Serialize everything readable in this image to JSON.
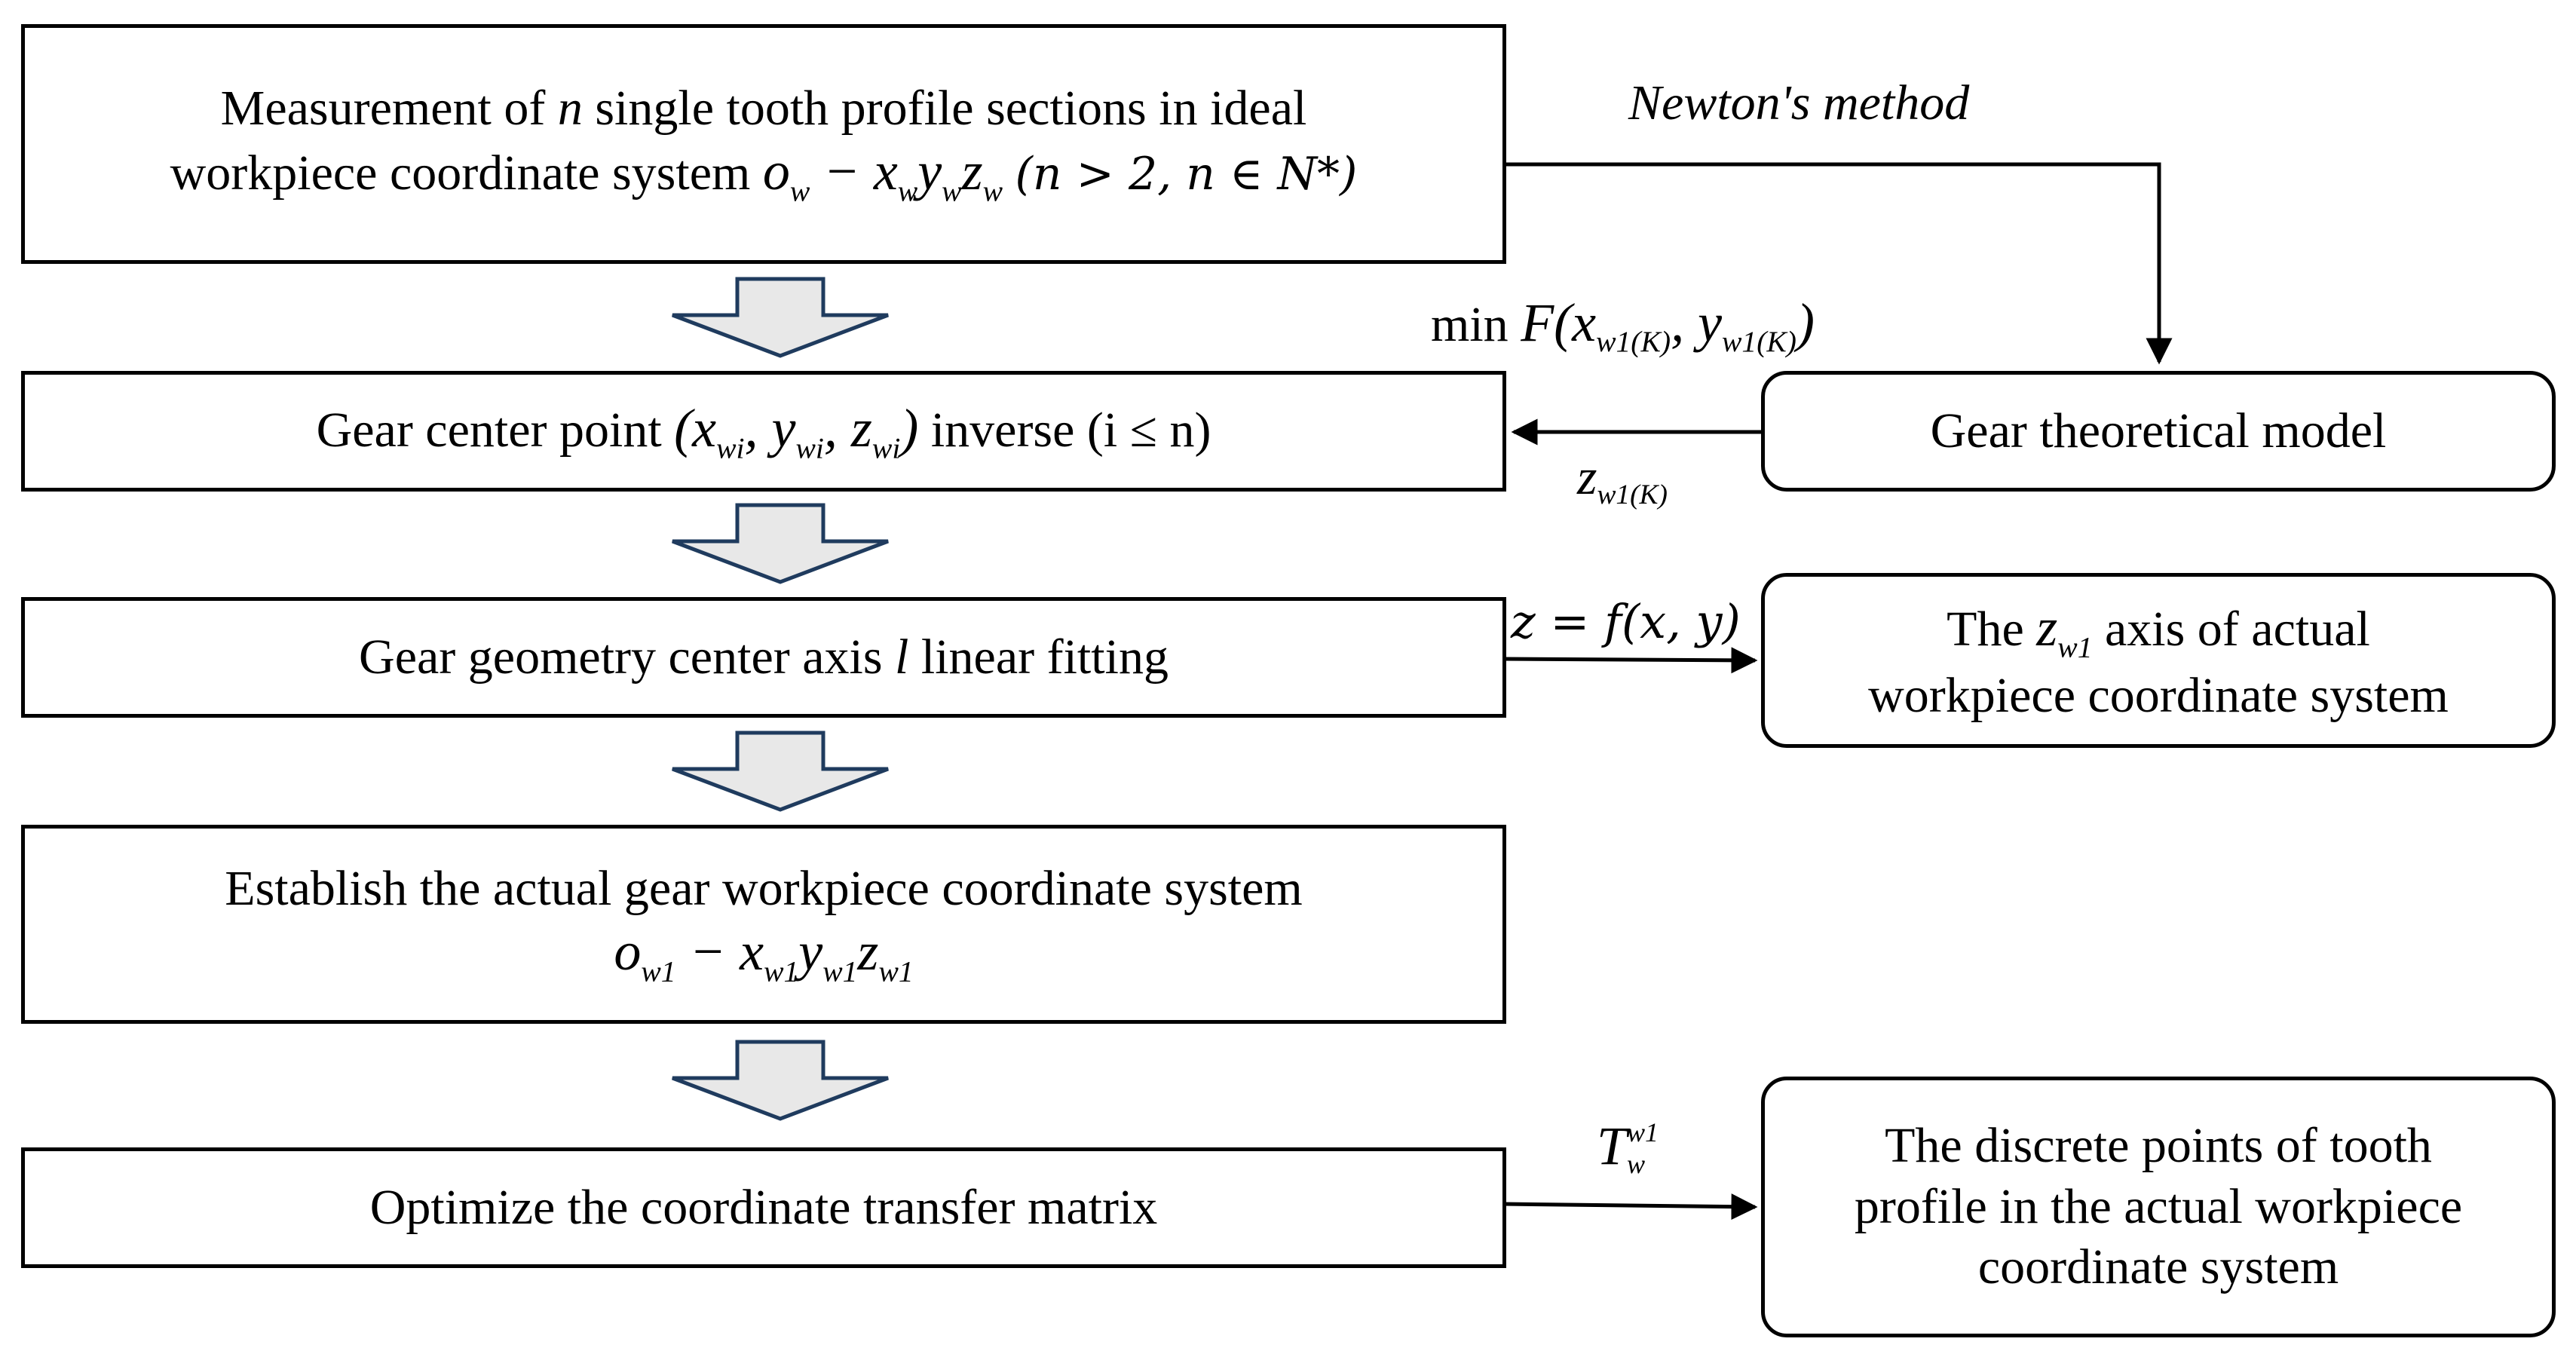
{
  "left_boxes": [
    {
      "line1": "Measurement of",
      "n": "n",
      "line1_rest": "single tooth profile sections in ideal",
      "line2": "workpiece coordinate system",
      "condition": "(n > 2, n ∈ N*)"
    },
    {
      "text": "Gear center point",
      "suffix": "inverse (i ≤ n)"
    },
    {
      "text_a": "Gear geometry center axis",
      "l": "l",
      "text_b": "linear fitting"
    },
    {
      "line1": "Establish the actual gear workpiece coordinate system"
    },
    {
      "text": "Optimize the coordinate transfer matrix"
    }
  ],
  "right_boxes": [
    {
      "text": "Gear theoretical model"
    },
    {
      "pre": "The",
      "post": "axis of actual",
      "line2": "workpiece coordinate system"
    },
    {
      "line1": "The discrete points of tooth",
      "line2": "profile in the actual workpiece",
      "line3": "coordinate system"
    }
  ],
  "labels": {
    "newton": "Newton's method",
    "min": "min",
    "fz": "z = f(x, y)"
  }
}
